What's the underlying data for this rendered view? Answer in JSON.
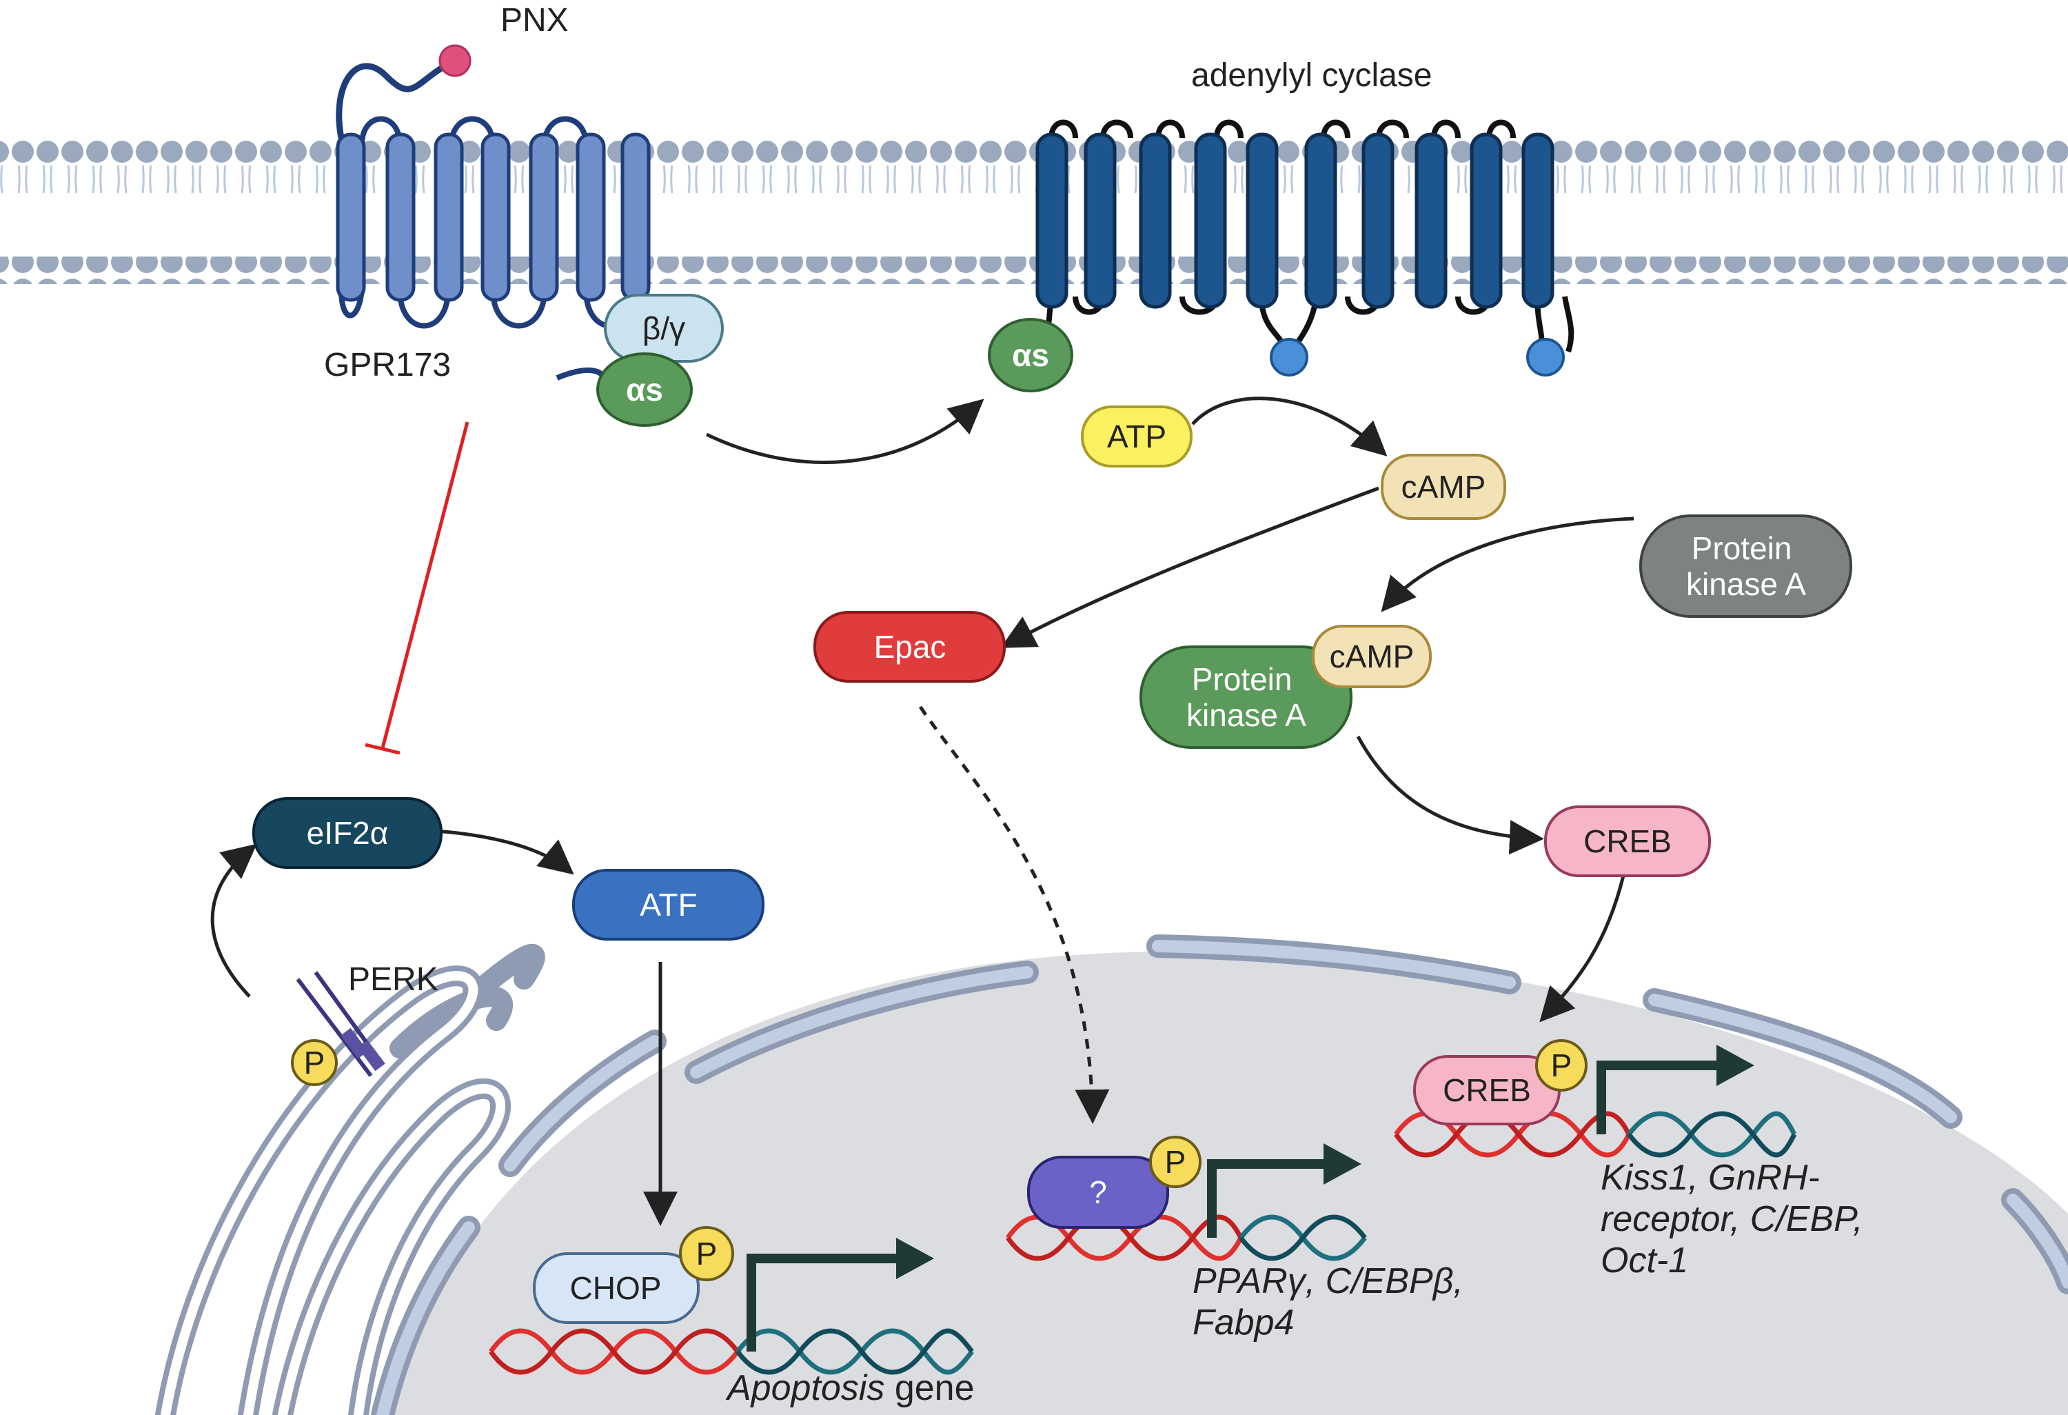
{
  "labels": {
    "ligand": "PNX",
    "receptor": "GPR173",
    "enzyme": "adenylyl cyclase",
    "perk": "PERK",
    "beta_gamma": "β/γ",
    "alpha_s": "αs"
  },
  "molecules": {
    "atp": "ATP",
    "camp": "cAMP",
    "camp_bound": "cAMP",
    "epac": "Epac",
    "pka_free": "Protein kinase A",
    "pka_active": "Protein kinase A",
    "creb": "CREB",
    "creb_nuclear": "CREB",
    "eif2a": "eIF2α",
    "atf": "ATF",
    "chop": "CHOP",
    "unknown_tf": "?",
    "phospho": "P"
  },
  "genes": {
    "apoptosis_italic": "Apoptosis",
    "apoptosis_suffix": " gene",
    "adipo_line1": "PPARγ, C/EBPβ,",
    "adipo_line2": "Fabp4",
    "repro_line1": "Kiss1, GnRH-",
    "repro_line2": "receptor, C/EBP,",
    "repro_line3": "Oct-1"
  },
  "colors": {
    "membrane_head": "#9aa9bd",
    "gpr173": "#6f8fcb",
    "adenylyl_cyclase": "#1d568f",
    "alpha_s": "#5a9a5a",
    "beta_gamma": "#cbe3ee",
    "atp": "#fbf160",
    "camp": "#f2e2b6",
    "epac": "#e03c3c",
    "pka_free": "#7e8283",
    "pka_active": "#5a9a5a",
    "creb": "#f7b6c8",
    "eif2a": "#17465f",
    "atf": "#3a72c2",
    "chop": "#d6e6f6",
    "unknown_tf": "#6a62c6",
    "inhibition": "#e02020",
    "nucleus": "#dcdde0",
    "dna_red": "#e03030",
    "dna_teal": "#1f6f7f"
  }
}
